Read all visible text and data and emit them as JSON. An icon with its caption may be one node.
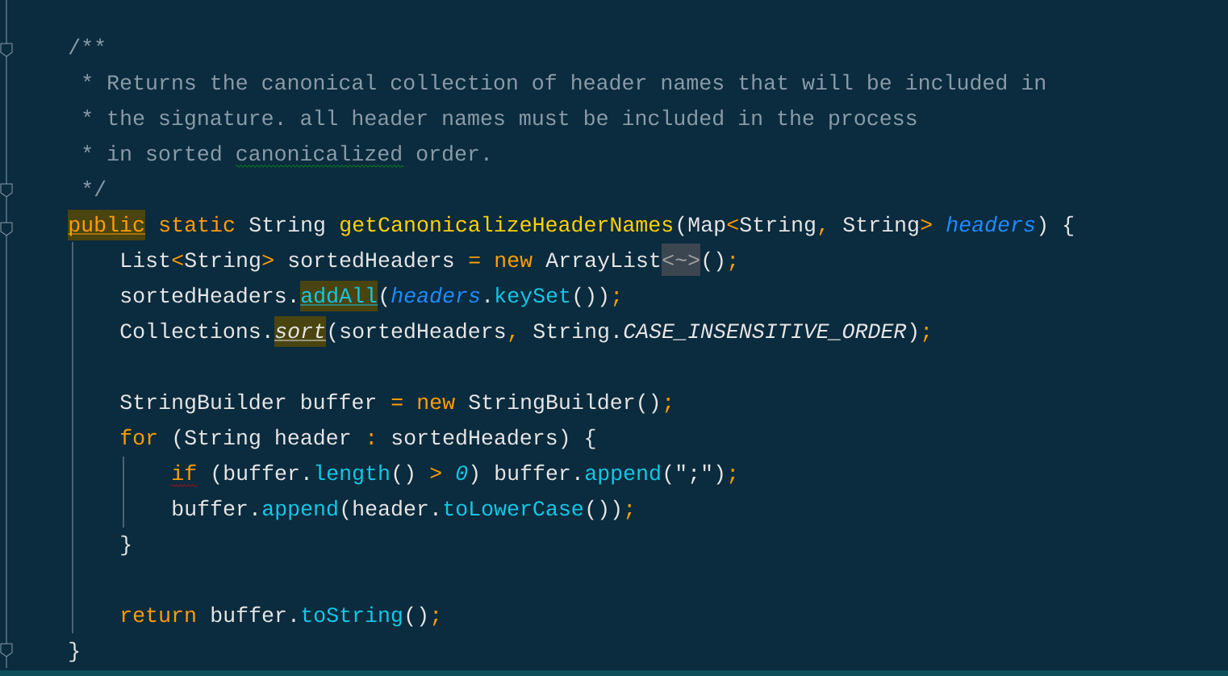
{
  "diagram": {
    "labels": [
      "/**",
      "* Returns the canonical collection of header names that will be included in",
      "* the signature. all header names must be included in the process",
      "* in sorted canonicalized order.",
      "*/",
      "public",
      "static",
      "String",
      "getCanonicalizeHeaderNames",
      "(Map",
      "<",
      "String",
      ",",
      "String",
      ">",
      "headers",
      ") {",
      "List",
      "<",
      "String",
      ">",
      "sortedHeaders",
      "=",
      "new",
      "ArrayList",
      "<~>",
      "()",
      ";",
      "sortedHeaders.",
      "addAll",
      "(",
      "headers",
      ".",
      "keySet",
      "())",
      ";",
      "Collections.",
      "sort",
      "(sortedHeaders",
      ",",
      "String.",
      "CASE_INSENSITIVE_ORDER",
      ")",
      ";",
      "StringBuilder buffer",
      "=",
      "new",
      "StringBuilder()",
      ";",
      "for",
      "(String header",
      ":",
      "sortedHeaders) {",
      "if",
      "(buffer.",
      "length",
      "()",
      ">",
      "0",
      ") buffer.",
      "append",
      "(\";\")",
      ";",
      "buffer.",
      "append",
      "(header.",
      "toLowerCase",
      "())",
      ";",
      "}",
      "return",
      "buffer.",
      "toString",
      "()",
      ";",
      "}"
    ]
  }
}
